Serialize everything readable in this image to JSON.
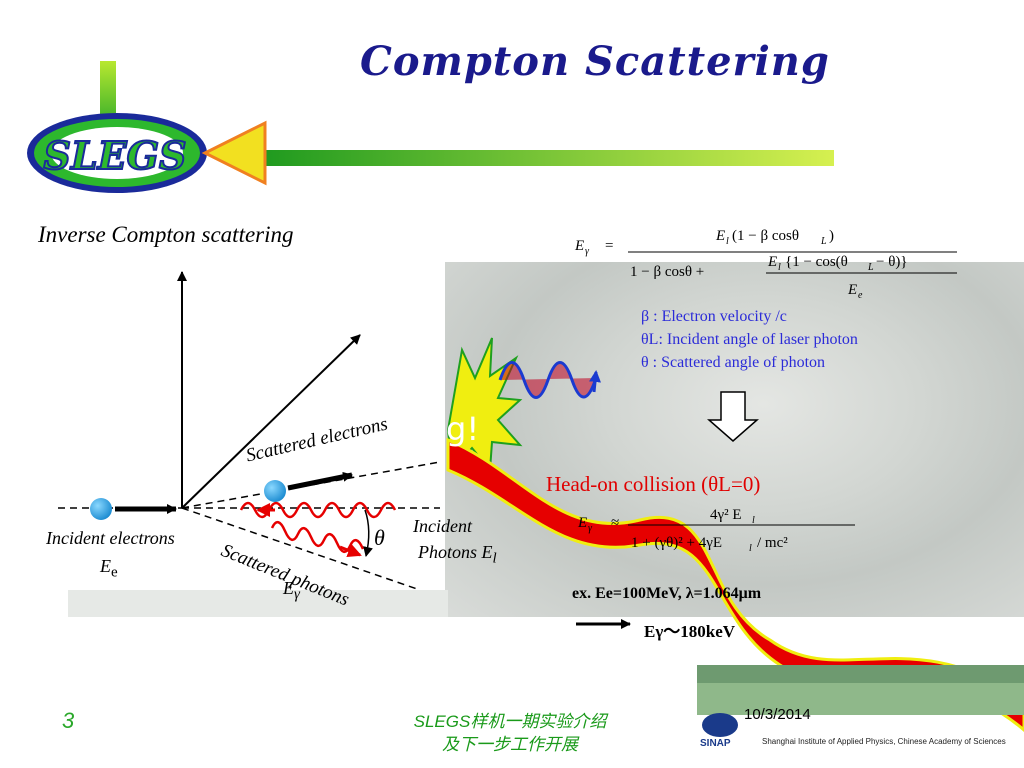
{
  "slide": {
    "title": "Compton Scattering",
    "logo_text": "SLEGS",
    "page_number": "3",
    "footer_line1": "SLEGS样机一期实验介绍",
    "footer_line2": "及下一步工作开展",
    "date": "10/3/2014",
    "institute_name": "Shanghai Institute of Applied Physics, Chinese Academy of Sciences",
    "institute_abbr": "SINAP"
  },
  "diagram": {
    "heading": "Inverse Compton scattering",
    "incident_electrons": "Incident electrons",
    "electron_energy": "E",
    "electron_energy_sub": "e",
    "incident_photons_line1": "Incident",
    "incident_photons_line2": "Photons E",
    "incident_photons_sub": "l",
    "scattered_electrons": "Scattered electrons",
    "scattered_photons": "Scattered photons",
    "scattered_photon_energy": "E",
    "scattered_photon_energy_sub": "γ",
    "angle_symbol": "θ",
    "overlay_fragment": "g!"
  },
  "equations": {
    "general": "Eγ = El(1 − β cosθL) / (1 − β cosθ + El{1 − cos(θL − θ)}/Ee)",
    "head_on": "Eγ ≈ 4γ²El / (1 + (γθ)² + 4γEl/mc²)"
  },
  "legend": {
    "beta": "β : Electron velocity /c",
    "theta_l": "θL: Incident angle of laser photon",
    "theta": "θ : Scattered angle of photon"
  },
  "head_on": {
    "label": "Head-on collision (θL=0)"
  },
  "example": {
    "text": "ex. Ee=100MeV, λ=1.064μm",
    "result": "Eγ～180keV"
  },
  "colors": {
    "title": "#1a1a8c",
    "logo_green": "#2db82d",
    "logo_blue": "#1a2a9a",
    "legend_blue": "#2b2bd8",
    "headon_red": "#e00000",
    "wave_red": "#e60000",
    "footer_green": "#1a9a1a",
    "electron": "#29a6e0"
  }
}
